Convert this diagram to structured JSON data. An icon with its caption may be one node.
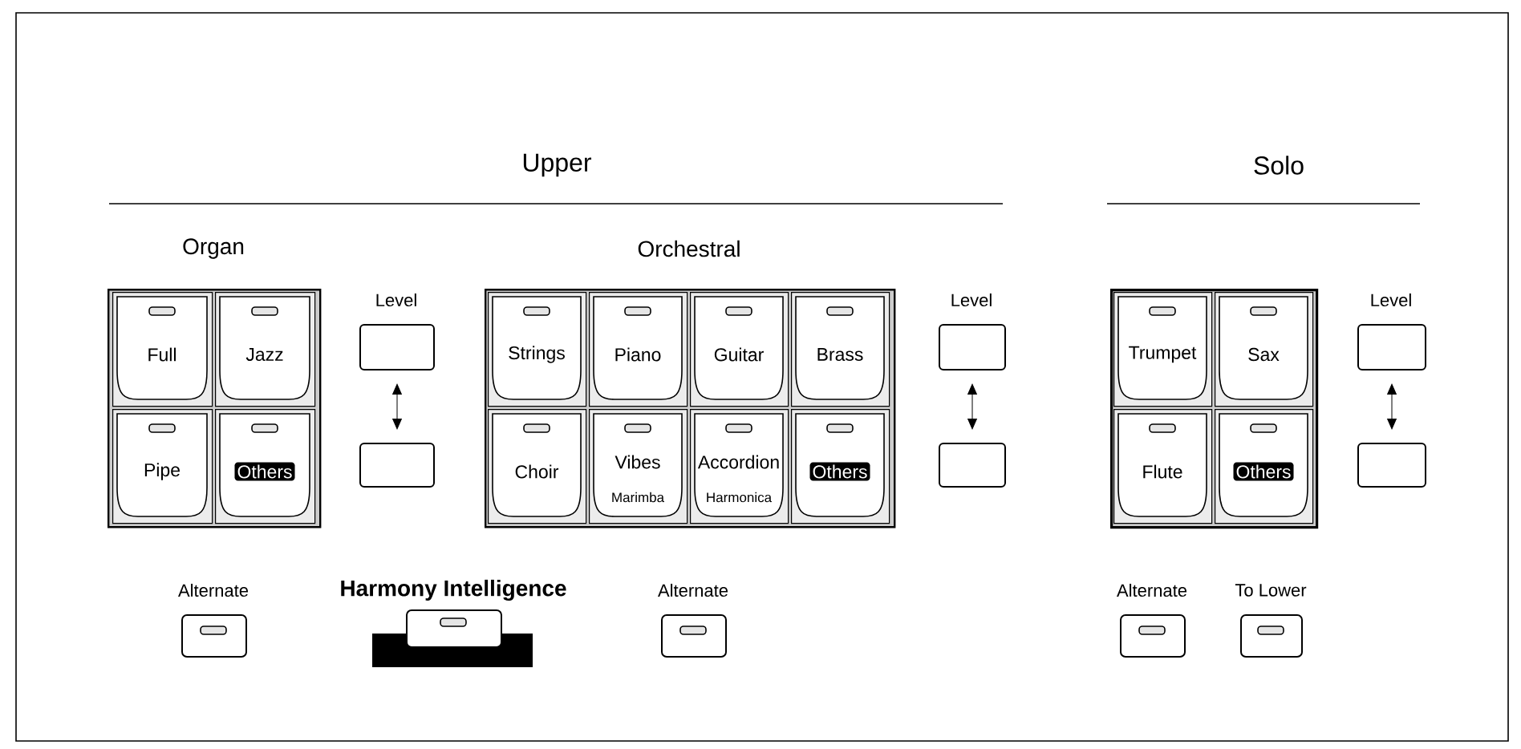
{
  "diagram": {
    "nodes": [
      {
        "text": [
          "Organ"
        ]
      },
      {
        "text": [
          "Full"
        ],
        "in": 0
      },
      {
        "text": [
          "Jazz"
        ],
        "in": 0
      },
      {
        "text": [
          "Pipe"
        ],
        "in": 0
      },
      {
        "text": [
          "Others"
        ],
        "in": 0
      },
      {
        "text": [
          "Level"
        ]
      },
      {
        "text": [],
        "shape": "box"
      },
      {
        "text": [
          "Orchestral"
        ]
      },
      {
        "text": [
          "Strings"
        ],
        "in": 7
      },
      {
        "text": [
          "Piano"
        ],
        "in": 7
      },
      {
        "text": [
          "Guitar"
        ],
        "in": 7
      },
      {
        "text": [
          "Brass"
        ],
        "in": 7
      },
      {
        "text": [
          "Choir"
        ],
        "in": 7
      },
      {
        "text": [
          "Vibes",
          "Marimba"
        ],
        "in": 7
      },
      {
        "text": [
          "Accordion",
          "Harmonica"
        ],
        "in": 7
      },
      {
        "text": [
          "Others"
        ],
        "in": 7
      },
      {
        "text": [
          "Level"
        ]
      },
      {
        "text": [],
        "shape": "box"
      },
      {
        "text": [],
        "shape": "box"
      },
      {
        "text": [
          "Trumpet"
        ],
        "in": 18
      },
      {
        "text": [
          "Sax"
        ],
        "in": 18
      },
      {
        "text": [
          "Flute"
        ],
        "in": 18
      },
      {
        "text": [
          "Others"
        ],
        "in": 18
      },
      {
        "text": [
          "Level"
        ]
      },
      {
        "text": [],
        "shape": "box"
      },
      {
        "text": [
          "Alternate"
        ]
      },
      {
        "text": [
          "Harmony Intelligence"
        ]
      },
      {
        "text": [
          "Alternate"
        ]
      },
      {
        "text": [
          "Alternate"
        ]
      },
      {
        "text": [
          "To Lower"
        ]
      }
    ],
    "edges": [
      {
        "from": 5,
        "to": 6,
        "arrow": "both"
      },
      {
        "from": 16,
        "to": 17,
        "arrow": "both"
      },
      {
        "from": 23,
        "to": 24,
        "arrow": "both"
      }
    ],
    "labels": [
      "Upper",
      "Solo"
    ]
  }
}
